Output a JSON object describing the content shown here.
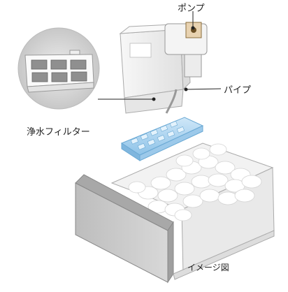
{
  "labels": {
    "pump": "ポンプ",
    "pipe": "パイプ",
    "water_filter": "浄水フィルター",
    "image_note": "イメージ図"
  },
  "colors": {
    "leader_line": "#222222",
    "ice_tray": "#a9d4f0",
    "ice_tray_edge": "#6aa9d4",
    "tank": "#eeeeee",
    "box_front": "#c9c9c9",
    "filter_zoom_bg": "#d6d6d6"
  }
}
